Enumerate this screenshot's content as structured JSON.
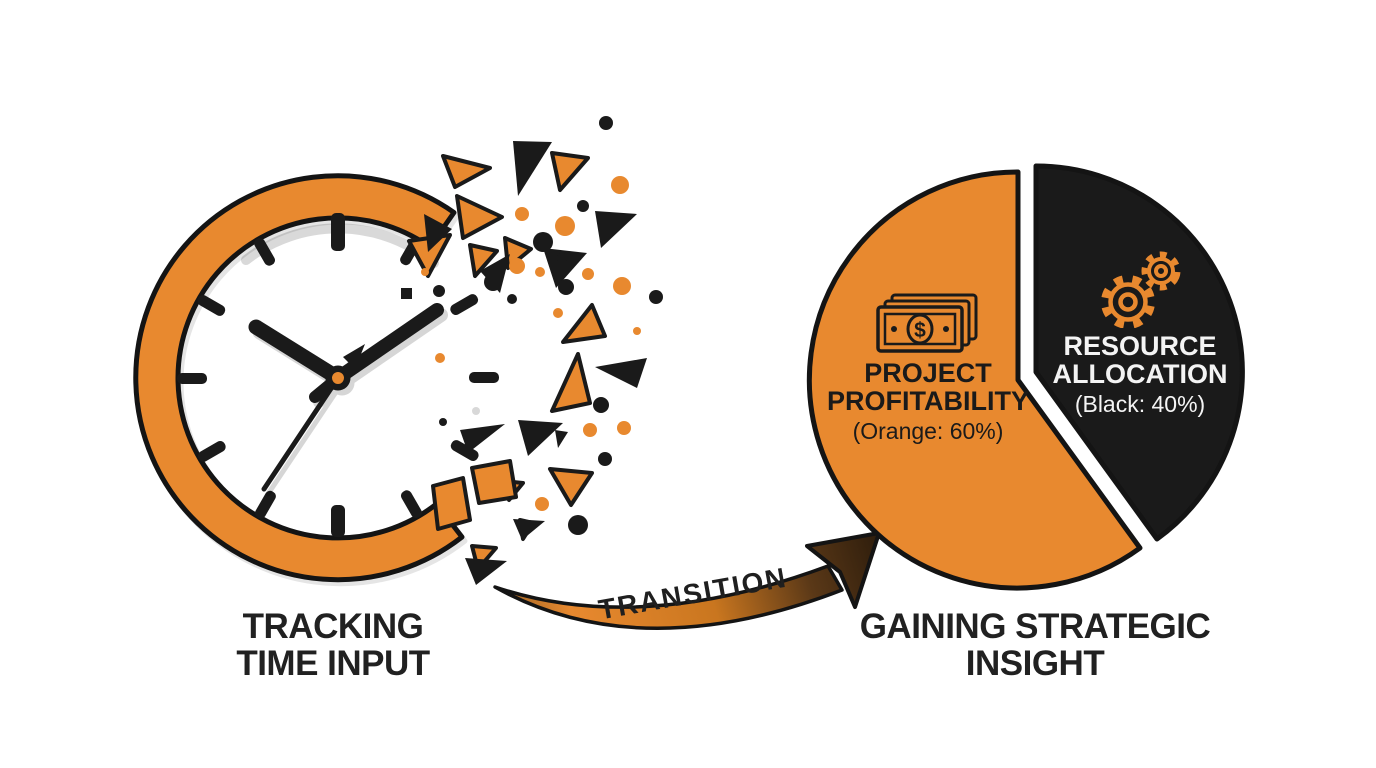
{
  "left_stage": {
    "line1": "TRACKING",
    "line2": "TIME INPUT"
  },
  "right_stage": {
    "line1": "GAINING STRATEGIC",
    "line2": "INSIGHT"
  },
  "transition": {
    "label": "TRANSITION"
  },
  "pie": {
    "orange_slice": {
      "title_line1": "PROJECT",
      "title_line2": "PROFITABILITY",
      "subtitle": "(Orange: 60%)",
      "percent": 60,
      "icon": "money-bills-icon"
    },
    "black_slice": {
      "title_line1": "RESOURCE",
      "title_line2": "ALLOCATION",
      "subtitle": "(Black: 40%)",
      "percent": 40,
      "icon": "gears-icon"
    }
  },
  "icons": {
    "money_symbol": "$"
  },
  "colors": {
    "orange": "#E8892F",
    "black": "#1A1A1A",
    "arrow_dark": "#2E1D0C",
    "background": "#FFFFFF"
  },
  "chart_data": {
    "type": "pie",
    "title": "",
    "slices": [
      {
        "label": "PROJECT PROFITABILITY",
        "note": "(Orange: 60%)",
        "value": 60,
        "color": "#E8892F"
      },
      {
        "label": "RESOURCE ALLOCATION",
        "note": "(Black: 40%)",
        "value": 40,
        "color": "#1A1A1A"
      }
    ],
    "legend_position": "inside",
    "exploded_slice": "RESOURCE ALLOCATION"
  }
}
